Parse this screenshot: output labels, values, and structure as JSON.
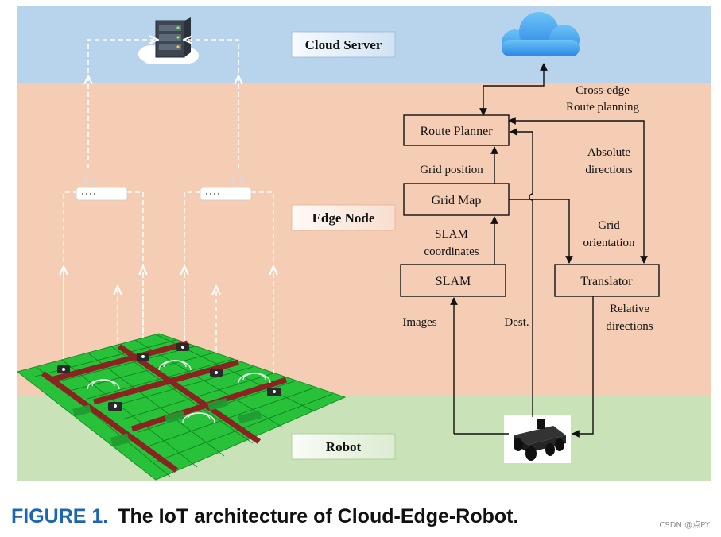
{
  "layers": {
    "cloud_label": "Cloud Server",
    "edge_label": "Edge Node",
    "robot_label": "Robot"
  },
  "boxes": {
    "route_planner": "Route Planner",
    "grid_map": "Grid Map",
    "slam": "SLAM",
    "translator": "Translator"
  },
  "edge_labels": {
    "cross_edge_1": "Cross-edge",
    "cross_edge_2": "Route planning",
    "grid_position": "Grid position",
    "absolute_1": "Absolute",
    "absolute_2": "directions",
    "grid_1": "Grid",
    "grid_2": "orientation",
    "slam_coord_1": "SLAM",
    "slam_coord_2": "coordinates",
    "images": "Images",
    "dest": "Dest.",
    "relative_1": "Relative",
    "relative_2": "directions"
  },
  "caption": {
    "number": "FIGURE 1.",
    "text": "The IoT architecture of Cloud-Edge-Robot."
  },
  "watermark": "CSDN @点PY",
  "colors": {
    "cloud_band": "#b8d3ec",
    "edge_band": "#f4cdb4",
    "robot_band": "#c9e2b8",
    "caption_blue": "#1a66b5",
    "cloud_icon": "#3d9be9",
    "map_green": "#28c23a",
    "map_road": "#8b2323"
  }
}
